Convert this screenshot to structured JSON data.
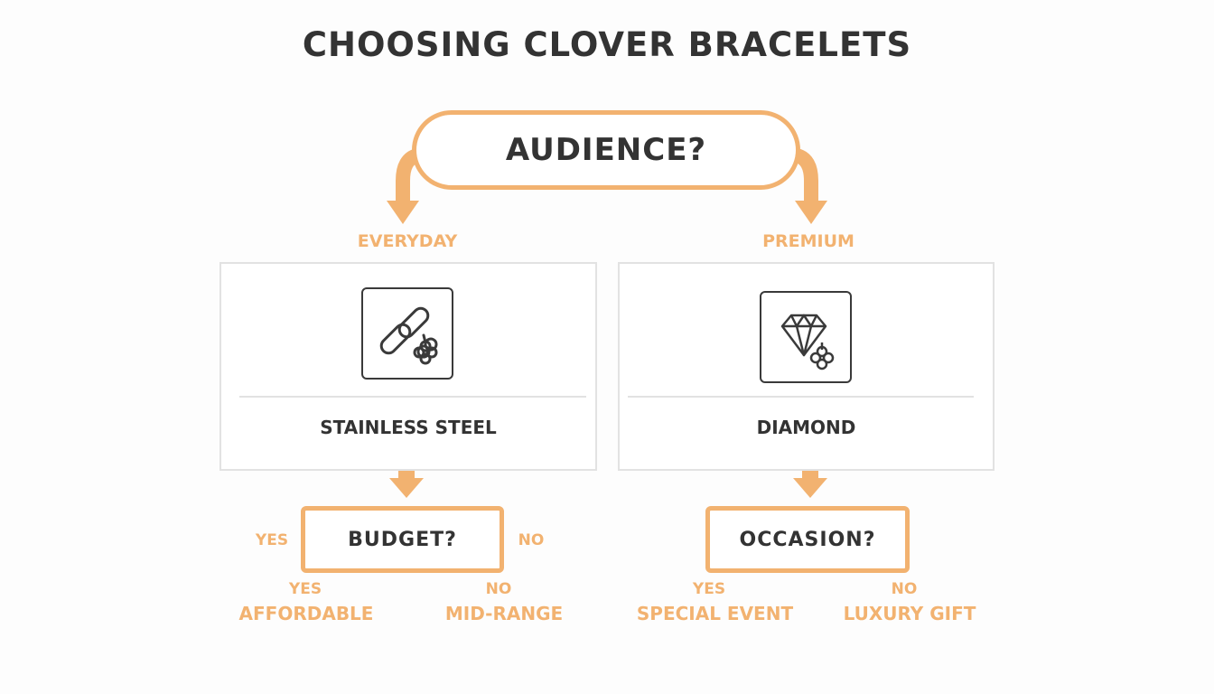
{
  "title": "CHOOSING CLOVER BRACELETS",
  "root": {
    "label": "AUDIENCE?"
  },
  "branches": [
    {
      "label": "EVERYDAY",
      "icon": "chain-link-clover-icon",
      "material": "STAINLESS STEEL",
      "question": "BUDGET?",
      "side_yes": "YES",
      "side_no": "NO",
      "yes_label": "YES",
      "no_label": "NO",
      "yes_outcome": "AFFORDABLE",
      "no_outcome": "MID-RANGE"
    },
    {
      "label": "PREMIUM",
      "icon": "diamond-clover-icon",
      "material": "DIAMOND",
      "question": "OCCASION?",
      "yes_label": "YES",
      "no_label": "NO",
      "yes_outcome": "SPECIAL EVENT",
      "no_outcome": "LUXURY GIFT"
    }
  ],
  "colors": {
    "accent": "#f2b270",
    "text": "#333333",
    "panel_border": "#e2e2e2",
    "background": "#fdfdfd"
  }
}
